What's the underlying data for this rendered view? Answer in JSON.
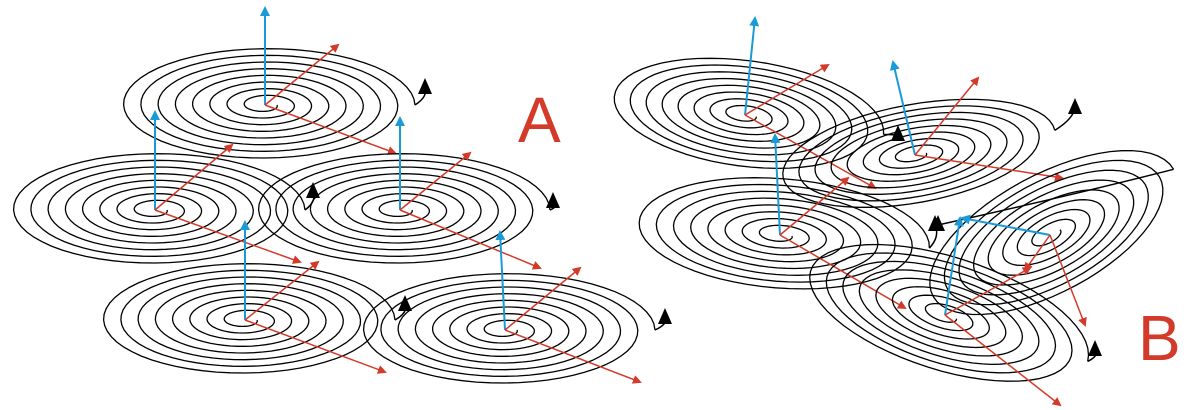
{
  "colors": {
    "spiral": "#000000",
    "normal_arrow": "#1a9ad6",
    "in_plane_arrow": "#d43a2a",
    "label": "#d43a2a",
    "background": "#ffffff"
  },
  "panels": [
    {
      "id": "A",
      "label": "A",
      "spiral_count": 5
    },
    {
      "id": "B",
      "label": "B",
      "spiral_count": 5
    }
  ]
}
